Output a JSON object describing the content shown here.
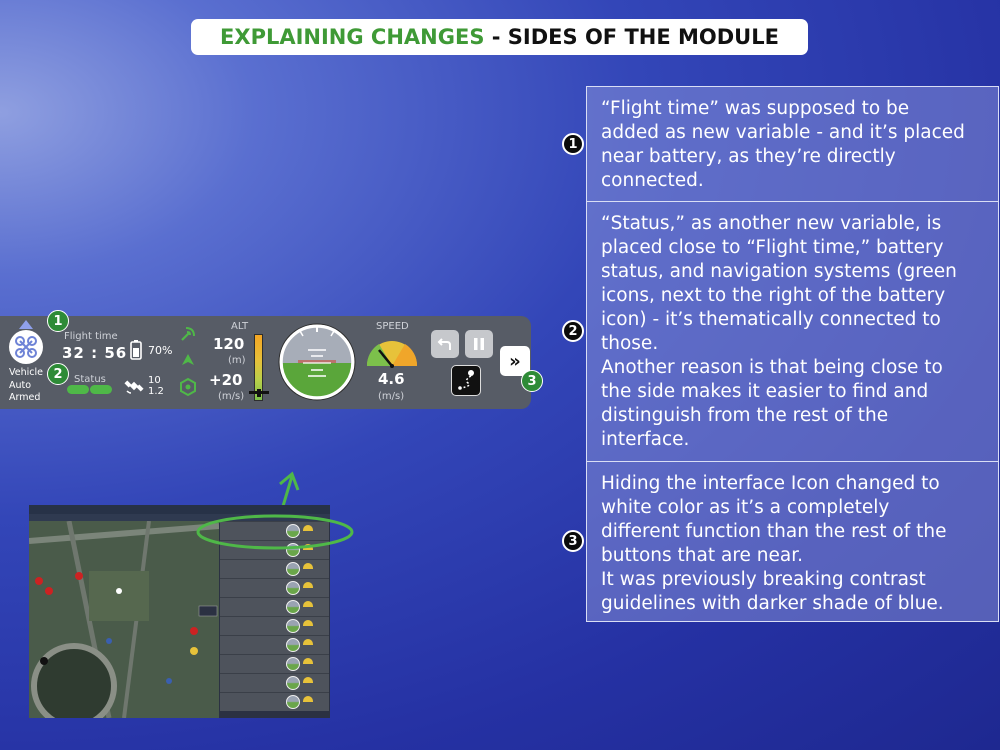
{
  "title": {
    "highlight": "EXPLAINING CHANGES",
    "rest": " - SIDES OF THE MODULE"
  },
  "explanations": [
    {
      "number": "1",
      "lines": [
        "“Flight time” was supposed to be",
        "added as new variable - and it’s placed",
        "near battery, as they’re directly",
        "connected."
      ]
    },
    {
      "number": "2",
      "lines": [
        "“Status,” as another new variable, is",
        "placed close to “Flight time,” battery",
        "status, and navigation systems (green",
        "icons, next to the right of the battery",
        "icon) - it’s thematically connected to",
        "those.",
        "Another reason is that being close to",
        "the side makes it easier to find and",
        "distinguish from the rest of the",
        "interface."
      ]
    },
    {
      "number": "3",
      "lines": [
        "Hiding the interface Icon changed to",
        "white color as it’s a completely",
        "different function than the rest of the",
        "buttons that are near.",
        "It was previously breaking contrast",
        "guidelines with darker shade of blue."
      ]
    }
  ],
  "module": {
    "vehicle_state": [
      "Vehicle",
      "Auto",
      "Armed"
    ],
    "flight_time_label": "Flight time",
    "flight_time_value": "32 : 56",
    "status_label": "Status",
    "battery_percent": "70%",
    "satellites": "10",
    "hdop": "1.2",
    "alt_label": "ALT",
    "alt_value": "120",
    "alt_unit": "(m)",
    "vspeed_value": "+20",
    "vspeed_unit": "(m/s)",
    "speed_label": "SPEED",
    "speed_value": "4.6",
    "speed_unit": "(m/s)",
    "hide_button_label": "»",
    "badges": [
      "1",
      "2",
      "3"
    ],
    "icons": [
      "drone-icon",
      "battery-icon",
      "signal-icon",
      "satellite-icon",
      "location-arrow-icon",
      "hexagon-icon",
      "return-icon",
      "pause-icon",
      "route-icon",
      "double-chevron-icon"
    ]
  },
  "colors": {
    "accent_green": "#3f9a36",
    "badge_green": "#2e8b37",
    "module_bg": "#575c66",
    "status_green": "#4fb848"
  }
}
